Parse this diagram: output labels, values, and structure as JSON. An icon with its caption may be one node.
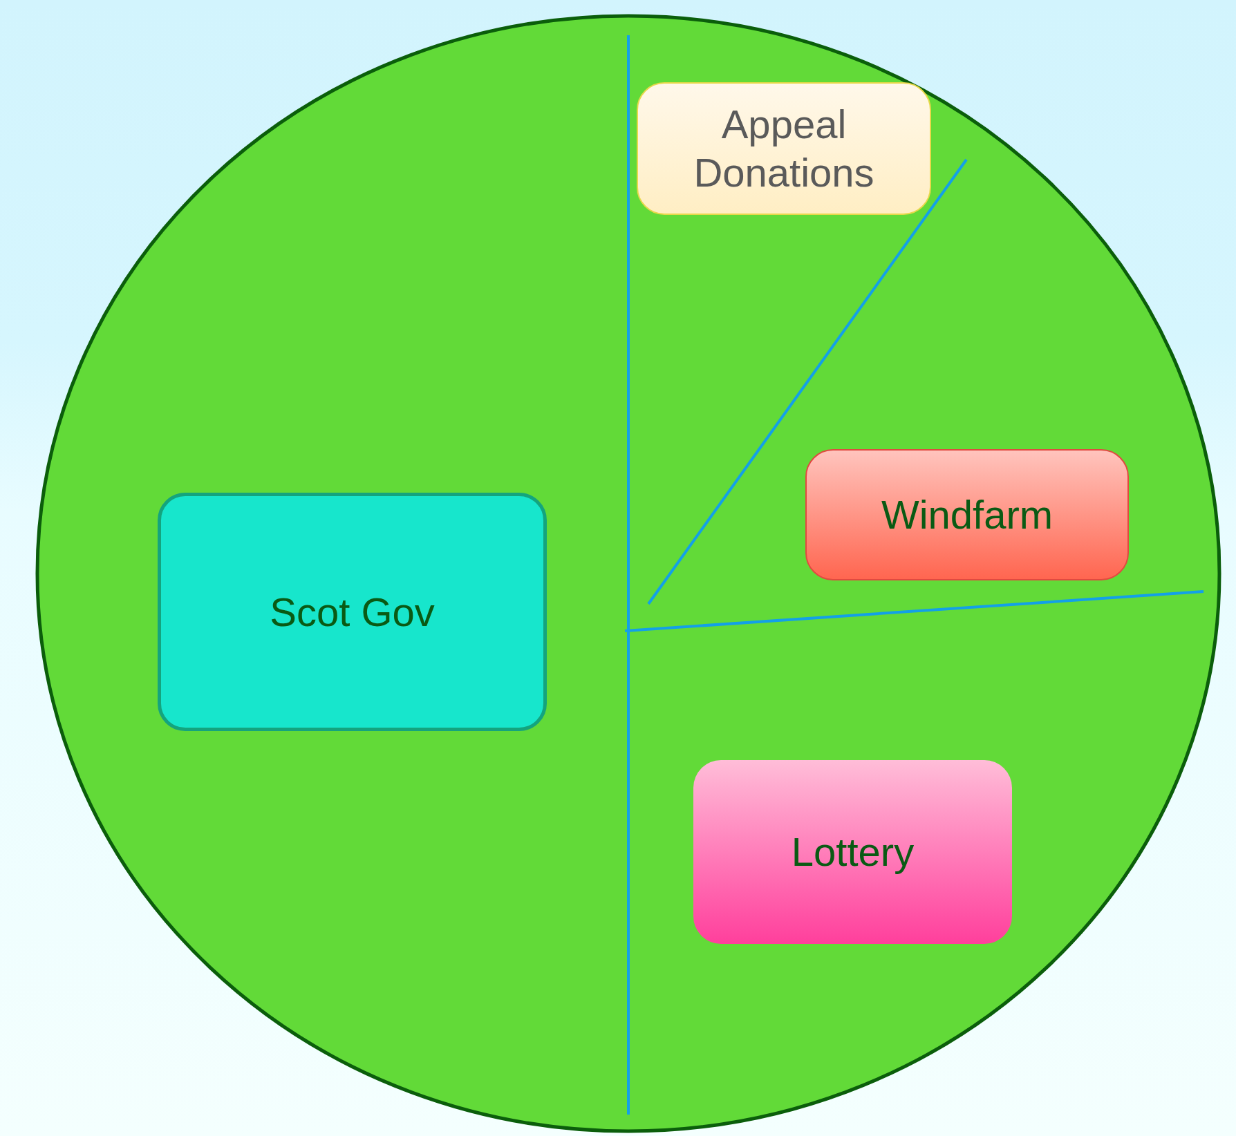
{
  "diagram": {
    "nodes": [
      {
        "text": [],
        "shape": "circle"
      },
      {
        "text": [
          "Appeal Donations"
        ],
        "in": 0
      },
      {
        "text": [
          "Windfarm"
        ],
        "in": 0
      },
      {
        "text": [
          "Scot Gov"
        ],
        "in": 0
      },
      {
        "text": [
          "Lottery"
        ],
        "in": 0
      }
    ]
  }
}
